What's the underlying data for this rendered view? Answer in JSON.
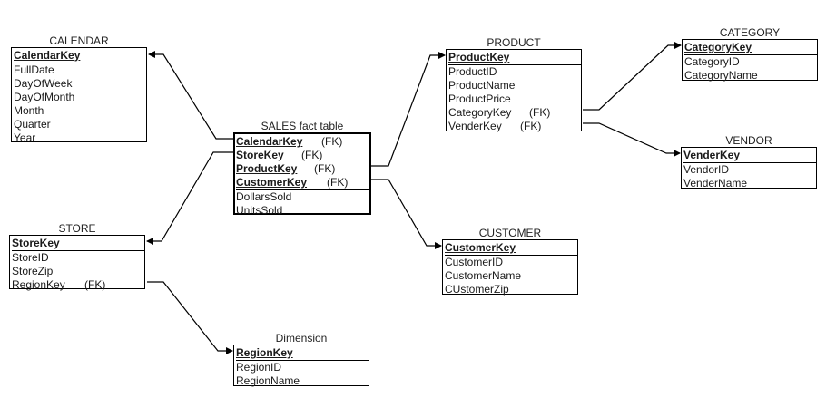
{
  "entities": {
    "calendar": {
      "title": "CALENDAR",
      "attrs": [
        "CalendarKey",
        "FullDate",
        "DayOfWeek",
        "DayOfMonth",
        "Month",
        "Quarter",
        "Year"
      ]
    },
    "store": {
      "title": "STORE",
      "attrs": [
        "StoreKey",
        "StoreID",
        "StoreZip",
        "RegionKey"
      ],
      "fk_label": "(FK)"
    },
    "sales": {
      "title": "SALES fact table",
      "attrs": [
        "CalendarKey",
        "StoreKey",
        "ProductKey",
        "CustomerKey",
        "DollarsSold",
        "UnitsSold"
      ],
      "fk_label": "(FK)"
    },
    "dimension": {
      "title": "Dimension",
      "attrs": [
        "RegionKey",
        "RegionID",
        "RegionName"
      ]
    },
    "product": {
      "title": "PRODUCT",
      "attrs": [
        "ProductKey",
        "ProductID",
        "ProductName",
        "ProductPrice",
        "CategoryKey",
        "VenderKey"
      ],
      "fk_label": "(FK)"
    },
    "customer": {
      "title": "CUSTOMER",
      "attrs": [
        "CustomerKey",
        "CustomerID",
        "CustomerName",
        "CUstomerZip"
      ]
    },
    "category": {
      "title": "CATEGORY",
      "attrs": [
        "CategoryKey",
        "CategoryID",
        "CategoryName"
      ]
    },
    "vendor": {
      "title": "VENDOR",
      "attrs": [
        "VenderKey",
        "VendorID",
        "VenderName"
      ]
    }
  }
}
